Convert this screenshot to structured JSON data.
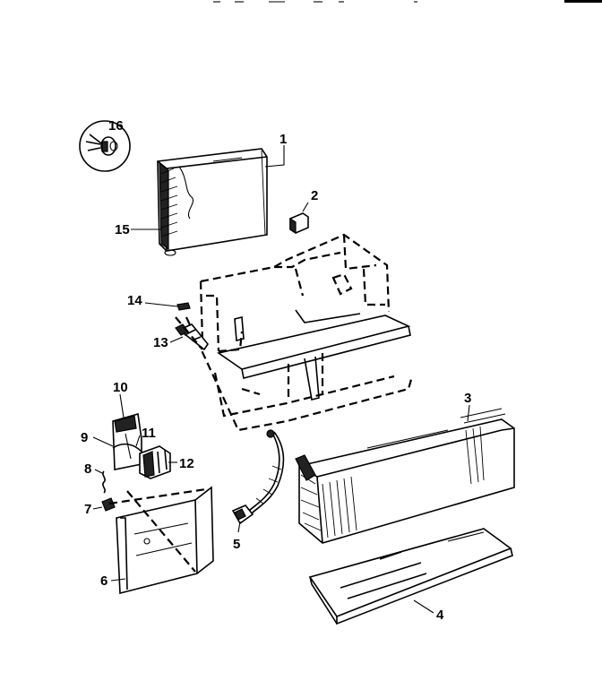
{
  "diagram": {
    "callouts": [
      {
        "id": "16",
        "label": "16"
      },
      {
        "id": "1",
        "label": "1"
      },
      {
        "id": "15",
        "label": "15"
      },
      {
        "id": "2",
        "label": "2"
      },
      {
        "id": "14",
        "label": "14"
      },
      {
        "id": "13",
        "label": "13"
      },
      {
        "id": "10",
        "label": "10"
      },
      {
        "id": "9",
        "label": "9"
      },
      {
        "id": "11",
        "label": "11"
      },
      {
        "id": "12",
        "label": "12"
      },
      {
        "id": "8",
        "label": "8"
      },
      {
        "id": "7",
        "label": "7"
      },
      {
        "id": "6",
        "label": "6"
      },
      {
        "id": "5",
        "label": "5"
      },
      {
        "id": "3",
        "label": "3"
      },
      {
        "id": "4",
        "label": "4"
      }
    ]
  }
}
